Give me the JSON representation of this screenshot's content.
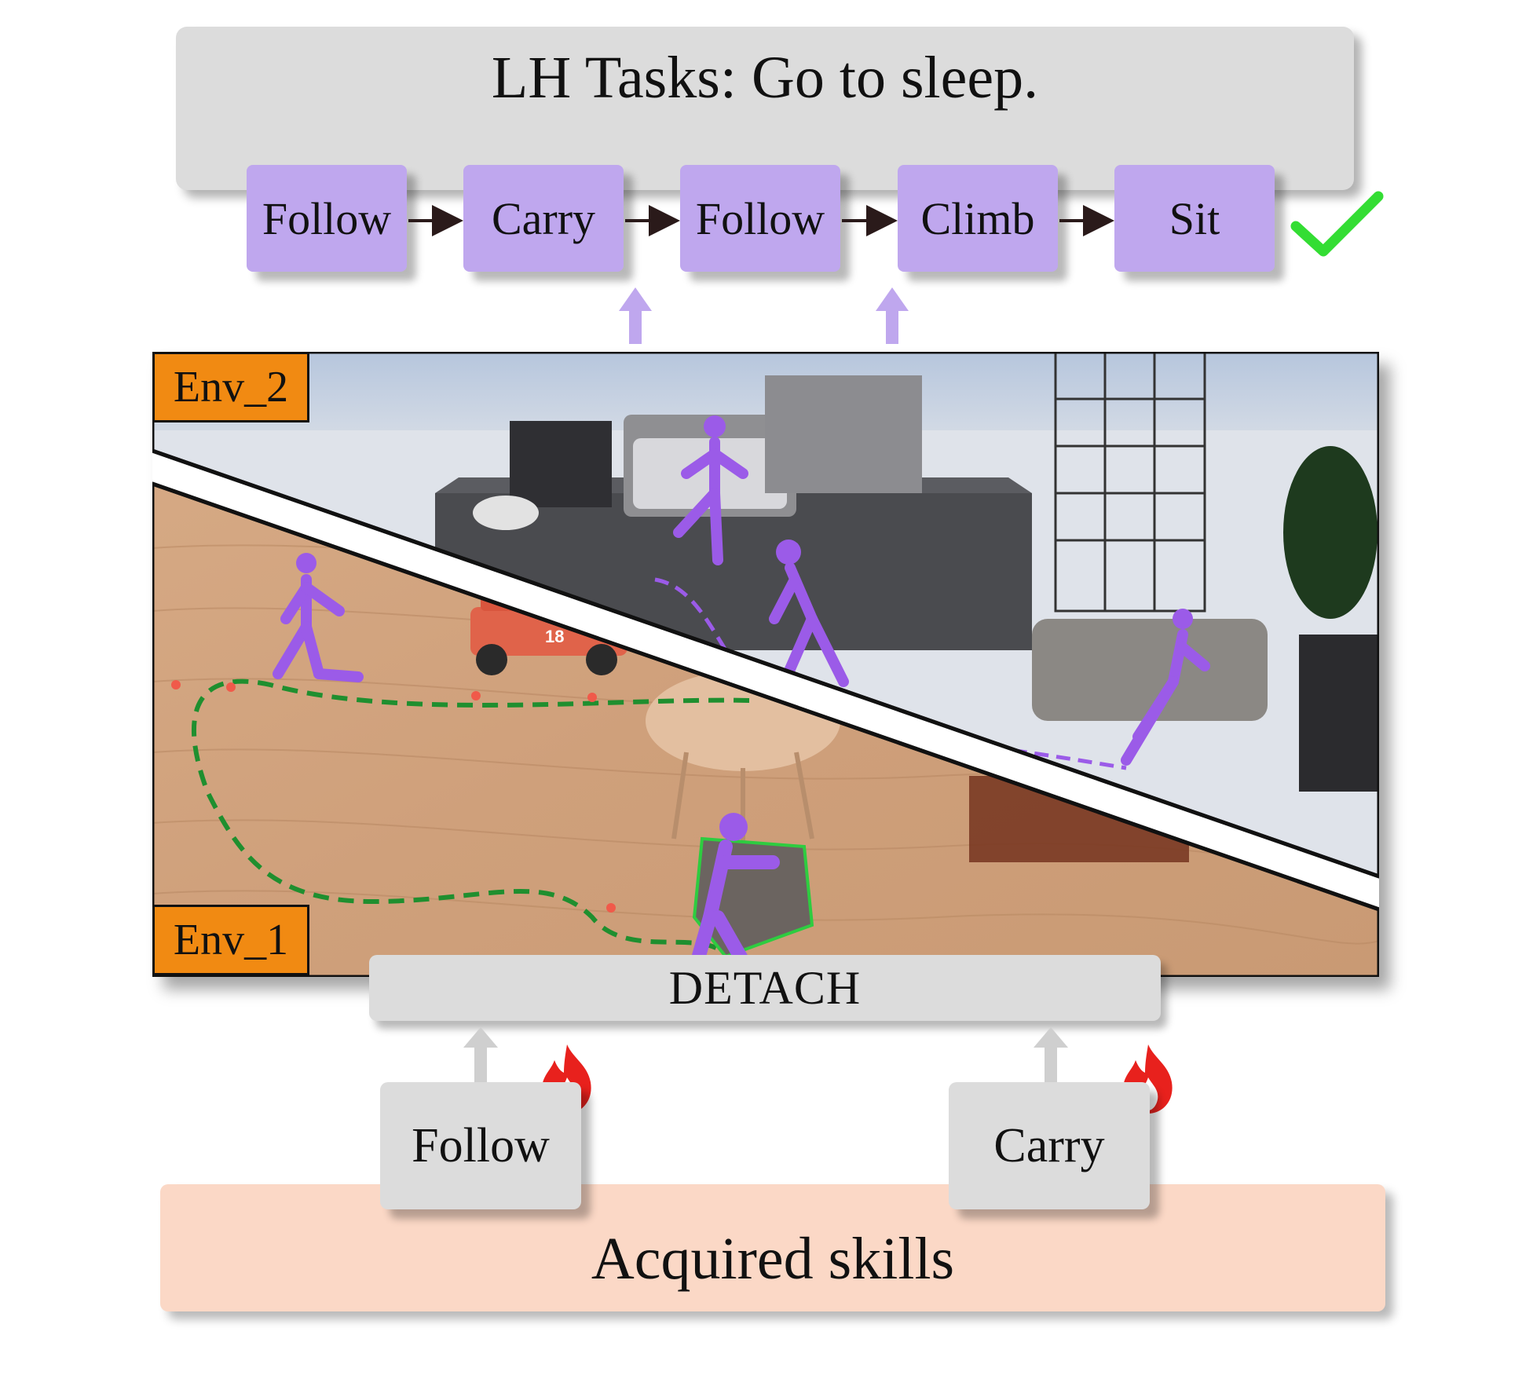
{
  "task": {
    "title": "LH Tasks: Go to sleep."
  },
  "sequence": [
    {
      "label": "Follow"
    },
    {
      "label": "Carry"
    },
    {
      "label": "Follow"
    },
    {
      "label": "Climb"
    },
    {
      "label": "Sit"
    }
  ],
  "environments": {
    "env2": "Env_2",
    "env1": "Env_1"
  },
  "detach": {
    "label": "DETACH"
  },
  "base_skills": [
    {
      "label": "Follow"
    },
    {
      "label": "Carry"
    }
  ],
  "acquired": {
    "label": "Acquired skills"
  },
  "scene": {
    "toy_car_number": "18"
  },
  "colors": {
    "skill_box": "#bfa7ee",
    "env_label": "#f18a12",
    "acquired": "#fbd8c6",
    "banner": "#dcdcdc",
    "check": "#33dd33",
    "flame": "#e8211d",
    "character": "#9b5be8",
    "trajectory_env1": "#1f8f2f",
    "trajectory_env2": "#9b5be8"
  },
  "icons": [
    "arrow-right-icon",
    "arrow-up-icon",
    "checkmark-icon",
    "flame-icon",
    "character-figure-icon"
  ]
}
